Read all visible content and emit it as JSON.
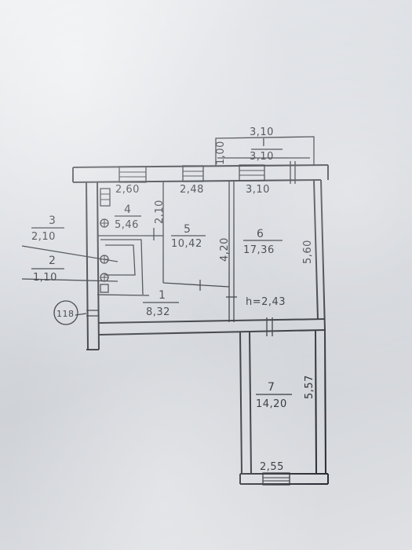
{
  "plan": {
    "apartment_number": "118",
    "ceiling_height": "h=2,43",
    "rooms": [
      {
        "number": "1",
        "area": "8,32"
      },
      {
        "number": "2",
        "area": "1,10"
      },
      {
        "number": "3",
        "area": "2,10"
      },
      {
        "number": "4",
        "area": "5,46"
      },
      {
        "number": "5",
        "area": "10,42"
      },
      {
        "number": "6",
        "area": "17,36"
      },
      {
        "number": "7",
        "area": "14,20"
      }
    ],
    "balcony": {
      "number": "I",
      "width_top": "3,10",
      "area": "3,10",
      "depth": "1,00"
    },
    "dimensions": {
      "room4_width": "2,60",
      "room4_depth": "2,10",
      "room5_width": "2,48",
      "room5_depth": "4,20",
      "room6_width": "3,10",
      "room6_depth": "5,60",
      "room7_depth": "5,57",
      "room7_width": "2,55"
    },
    "colors": {
      "ink": "#2b2e34",
      "paper": "#dcdfe3"
    }
  }
}
